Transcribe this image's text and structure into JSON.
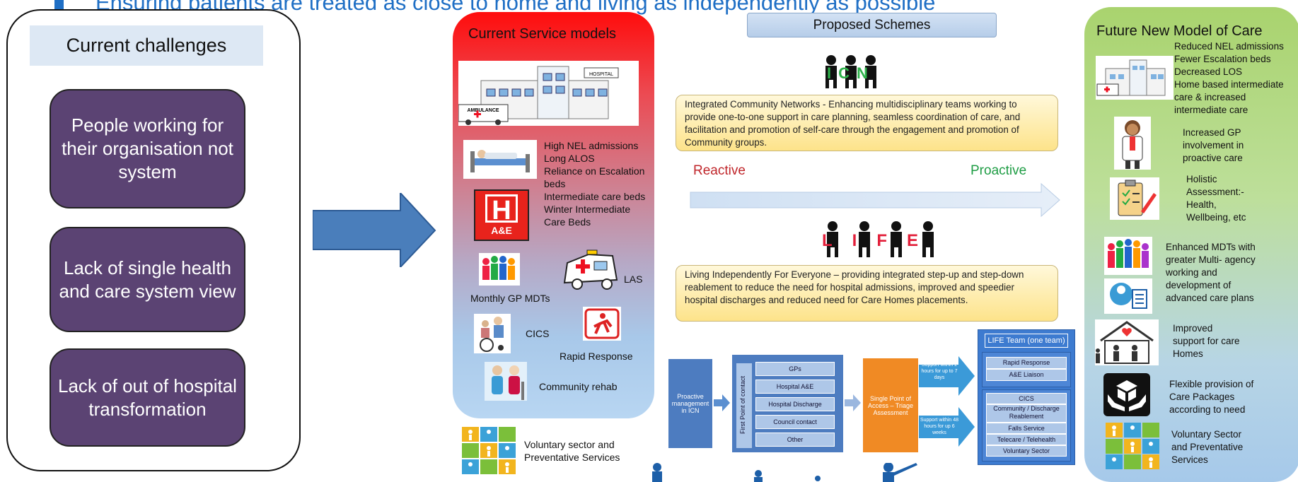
{
  "banner": "Ensuring patients are treated as close to home and living as independently as possible",
  "left": {
    "title": "Current challenges",
    "challenges": [
      "People working for their organisation not system",
      "Lack of single health and care system view",
      "Lack of out of hospital transformation"
    ]
  },
  "current": {
    "title": "Current Service models",
    "hospital_sign": "HOSPITAL",
    "ambulance_sign": "AMBULANCE",
    "issues": [
      "High NEL admissions",
      "Long ALOS",
      "Reliance on Escalation",
      "beds",
      "Intermediate care  beds",
      "Winter Intermediate",
      "Care Beds"
    ],
    "ae_letter": "H",
    "ae_label": "A&E",
    "las": "LAS",
    "monthly_gp": "Monthly GP MDTs",
    "cics": "CICS",
    "rapid": "Rapid Response",
    "rehab": "Community rehab",
    "voluntary": [
      "Voluntary sector  and",
      "Preventative Services"
    ]
  },
  "proposed": {
    "title": "Proposed Schemes",
    "icn_logo": "ICN",
    "icn_text": "Integrated Community Networks - Enhancing multidisciplinary teams working to provide one-to-one support in care planning, seamless coordination of care, and facilitation and promotion of self-care through the engagement and promotion of Community groups.",
    "reactive": "Reactive",
    "proactive": "Proactive",
    "life_logo": "LIFE",
    "life_text": "Living Independently For Everyone – providing integrated step-up and step-down reablement to reduce the need for hospital admissions, improved and speedier hospital discharges and reduced need for Care Homes placements."
  },
  "flow": {
    "proactive_mgmt": "Proactive management in ICN",
    "first_point": "First Point of contact",
    "contacts": [
      "GPs",
      "Hospital A&E",
      "Hospital Discharge",
      "Council contact",
      "Other"
    ],
    "spa": "Single Point of Access – Triage Assessment",
    "support_2h": "Support within 2 hours for up to 7 days",
    "support_48h": "Support within 48 hours for up 6 weeks",
    "life_team": "LIFE Team (one team)",
    "team_top": [
      "Rapid Response",
      "A&E Liaison"
    ],
    "team_bottom": [
      "CICS",
      "Community / Discharge Reablement",
      "Falls Service",
      "Telecare / Telehealth",
      "Voluntary Sector"
    ]
  },
  "future": {
    "title": "Future New Model of Care",
    "hospital": [
      "Reduced NEL admissions",
      "Fewer Escalation beds",
      "Decreased LOS",
      "Home based intermediate",
      "care  &  increased",
      "intermediate care"
    ],
    "gp": [
      "Increased GP",
      "involvement in",
      "proactive care"
    ],
    "holistic": [
      "Holistic",
      "Assessment:-",
      "Health,",
      "Wellbeing, etc"
    ],
    "mdt": [
      "Enhanced MDTs with",
      "greater Multi- agency",
      "working and",
      "development of",
      "advanced care plans"
    ],
    "care_homes": [
      "Improved",
      "support for care",
      "Homes"
    ],
    "packages": [
      "Flexible provision of",
      "Care Packages",
      "according to need"
    ],
    "voluntary": [
      "Voluntary Sector",
      "and Preventative",
      "Services"
    ]
  },
  "colors": {
    "banner": "#1f6fc5",
    "challenge_box": "#5b4373",
    "arrow": "#4a7ebb",
    "reactive": "#c0262b",
    "proactive": "#1f9d45",
    "flow_blue": "#4d7cc0",
    "spa_orange": "#f08a24"
  }
}
